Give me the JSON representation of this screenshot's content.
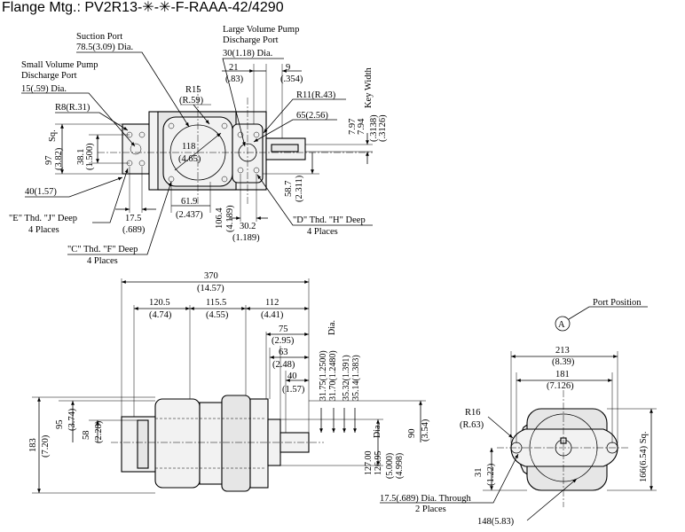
{
  "title": "Flange Mtg.: PV2R13-✳-✳-F-RAAA-42/4290",
  "top_view": {
    "suction_port": "Suction Port",
    "suction_dia": "78.5(3.09) Dia.",
    "small_pump_l1": "Small Volume Pump",
    "small_pump_l2": "Discharge Port",
    "small_pump_dia": "15(.59) Dia.",
    "large_pump_l1": "Large Volume Pump",
    "large_pump_l2": "Discharge Port",
    "large_pump_dia": "30(1.18) Dia.",
    "d21": "21",
    "d21i": "(.83)",
    "d9": "9",
    "d9i": "(.354)",
    "r15": "R15",
    "r15i": "(R.59)",
    "r11": "R11(R.43)",
    "r8": "R8(R.31)",
    "d65": "65(2.56)",
    "d97": "97",
    "d97i": "(3.82)",
    "sq": "Sq.",
    "d38": "38.1",
    "d38i": "(1.500)",
    "d118": "118",
    "d118i": "(4.65)",
    "d40": "40(1.57)",
    "d17": "17.5",
    "d17i": "(.689)",
    "d61": "61.9",
    "d61i": "(2.437)",
    "d106": "106.4",
    "d106i": "(4.189)",
    "d30": "30.2",
    "d30i": "(1.189)",
    "d58": "58.7",
    "d58i": "(2.311)",
    "d797": "7.97",
    "d794": "7.94",
    "d3138": "(.3138)",
    "d3126": "(.3126)",
    "key_width": "Key Width",
    "e_thd_a": "\"E\" Thd. \"J\" Deep",
    "e_thd_b": "4 Places",
    "c_thd_a": "\"C\" Thd. \"F\" Deep",
    "c_thd_b": "4 Places",
    "d_thd_a": "\"D\" Thd. \"H\" Deep",
    "d_thd_b": "4 Places"
  },
  "side_view": {
    "d370": "370",
    "d370i": "(14.57)",
    "d120": "120.5",
    "d120i": "(4.74)",
    "d115": "115.5",
    "d115i": "(4.55)",
    "d112": "112",
    "d112i": "(4.41)",
    "d75": "75",
    "d75i": "(2.95)",
    "d63": "63",
    "d63i": "(2.48)",
    "d40": "40",
    "d40i": "(1.57)",
    "d95": "95",
    "d95i": "(3.74)",
    "d58": "58",
    "d58i": "(2.28)",
    "d183": "183",
    "d183i": "(7.20)",
    "s1": "31.75(1.2500)",
    "s2": "31.70(1.2480)",
    "s3": "35.32(1.391)",
    "s4": "35.14(1.383)",
    "dia": "Dia.",
    "p1": "127.00",
    "p2": "126.95",
    "p3": "(5.000)",
    "p4": "(4.998)",
    "d90": "90",
    "d90i": "(3.54)"
  },
  "end_view": {
    "port_position": "Port Position",
    "port_letter": "A",
    "d213": "213",
    "d213i": "(8.39)",
    "d181": "181",
    "d181i": "(7.126)",
    "r16": "R16",
    "r16i": "(R.63)",
    "d166": "166(6.54) Sq.",
    "d31": "31",
    "d31i": "(1.22)",
    "through_a": "17.5(.689) Dia. Through",
    "through_b": "2 Places",
    "d148": "148(5.83)"
  }
}
